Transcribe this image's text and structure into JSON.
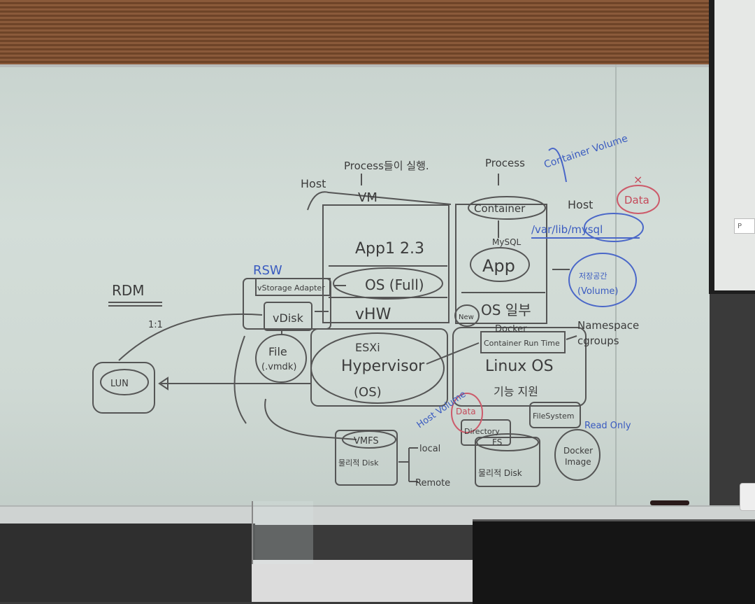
{
  "labels": {
    "process_vm": "Process들이 실행.",
    "process_container": "Process",
    "host_left": "Host",
    "vm": "VM",
    "container": "Container",
    "container_volume": "Container Volume",
    "host_right": "Host",
    "data_top": "Data",
    "var_lib_mysql": "/var/lib/mysql",
    "mysql": "MySQL",
    "app_vm": "App1 2.3",
    "app_container": "App",
    "os_full": "OS (Full)",
    "vhw": "vHW",
    "os_partial": "OS 일부",
    "new": "New",
    "volume_korean": "저장공간",
    "volume": "(Volume)",
    "docker": "Docker",
    "container_runtime": "Container Run Time",
    "namespace": "Namespace",
    "cgroups": "cgroups",
    "rsw": "RSW",
    "vstorage": "vStorage Adapter",
    "vdisk": "vDisk",
    "rdm": "RDM",
    "rdm_ratio": "1:1",
    "file": "File",
    "vmdk": "(.vmdk)",
    "esxi": "ESXi",
    "hypervisor": "Hypervisor",
    "hypervisor_os": "(OS)",
    "linux_os": "Linux OS",
    "feature": "기능 지원",
    "lun": "LUN",
    "vmfs": "VMFS",
    "physical_disk_left": "물리적 Disk",
    "local": "local",
    "remote": "Remote",
    "host_volume": "Host Volume",
    "data_bottom": "Data",
    "directory": "Directory",
    "fs": "FS",
    "file_system": "FileSystem",
    "physical_disk_right": "물리적 Disk",
    "docker_image_1": "Docker",
    "docker_image_2": "Image",
    "read_only": "Read Only",
    "x_mark": "×"
  },
  "screen_chip": "P",
  "colors": {
    "ink_black": "#3c3c3c",
    "ink_blue": "#3a5bc0",
    "ink_red": "#c44a5a",
    "board": "#cfd9d4"
  }
}
